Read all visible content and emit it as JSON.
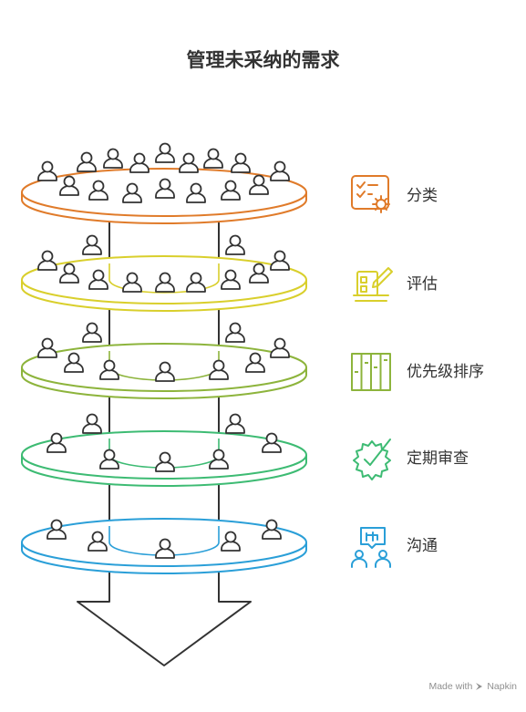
{
  "title": "管理未采纳的需求",
  "steps": [
    {
      "label": "分类",
      "color": "#e07b2a",
      "icon": "sort-gear-icon"
    },
    {
      "label": "评估",
      "color": "#d9cf2c",
      "icon": "evaluate-pencil-icon"
    },
    {
      "label": "优先级排序",
      "color": "#8db43c",
      "icon": "priority-columns-icon"
    },
    {
      "label": "定期审查",
      "color": "#3dbb73",
      "icon": "review-gear-check-icon"
    },
    {
      "label": "沟通",
      "color": "#2a9fd8",
      "icon": "communicate-people-icon"
    }
  ],
  "footer": {
    "prefix": "Made with",
    "brand": "Napkin"
  }
}
